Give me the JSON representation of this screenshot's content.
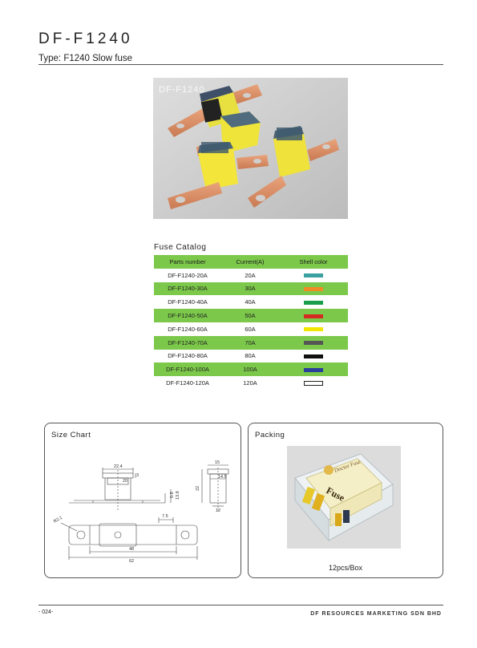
{
  "header": {
    "title": "DF-F1240",
    "subtitle": "Type: F1240  Slow fuse"
  },
  "photo": {
    "label": "DF-F1240"
  },
  "catalog": {
    "title": "Fuse Catalog",
    "columns": [
      "Parts number",
      "Current(A)",
      "Shell color"
    ],
    "rows": [
      {
        "part": "DF-F1240-20A",
        "current": "20A",
        "color": "#3aa0a0",
        "color_name": "teal"
      },
      {
        "part": "DF-F1240-30A",
        "current": "30A",
        "color": "#f08a24",
        "color_name": "orange"
      },
      {
        "part": "DF-F1240-40A",
        "current": "40A",
        "color": "#1a9e4a",
        "color_name": "green"
      },
      {
        "part": "DF-F1240-50A",
        "current": "50A",
        "color": "#d42a20",
        "color_name": "red"
      },
      {
        "part": "DF-F1240-60A",
        "current": "60A",
        "color": "#f2e600",
        "color_name": "yellow"
      },
      {
        "part": "DF-F1240-70A",
        "current": "70A",
        "color": "#555555",
        "color_name": "gray"
      },
      {
        "part": "DF-F1240-80A",
        "current": "80A",
        "color": "#111111",
        "color_name": "black"
      },
      {
        "part": "DF-F1240-100A",
        "current": "100A",
        "color": "#2a3e9c",
        "color_name": "blue"
      },
      {
        "part": "DF-F1240-120A",
        "current": "120A",
        "color": "#ffffff",
        "color_name": "white"
      }
    ]
  },
  "size_chart": {
    "title": "Size Chart",
    "dims": {
      "top_width": "22.4",
      "inner_width": "20",
      "side_top": "15",
      "side_inner": "14.5",
      "side_height": "22",
      "side_bottom": "12",
      "height_a": "3",
      "height_b": "0.8",
      "height_c": "13.8",
      "hole": "R2.1",
      "tab": "7.5",
      "body_len": "48",
      "total_len": "62"
    }
  },
  "packing": {
    "title": "Packing",
    "box_brand": "Doctor Fuse",
    "box_word": "Fuse",
    "caption": "12pcs/Box"
  },
  "footer": {
    "page": "- 024-",
    "company": "DF RESOURCES MARKETING SDN BHD"
  }
}
